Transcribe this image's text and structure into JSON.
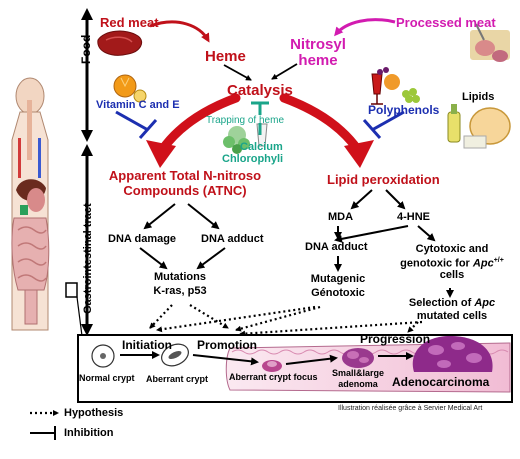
{
  "sidebar": {
    "food": "Food",
    "gi_tract": "Gastrointestinal tract"
  },
  "top": {
    "red_meat": "Red meat",
    "processed_meat": "Processed meat",
    "heme": "Heme",
    "nitrosyl_heme": "Nitrosyl heme",
    "catalysis": "Catalysis",
    "vitamin": "Vitamin C and E",
    "polyphenols": "Polyphenols",
    "lipids": "Lipids",
    "trapping": "Trapping of heme",
    "calcium": "Calcium",
    "chlorophyll": "Chlorophyli"
  },
  "left_path": {
    "atnc": "Apparent Total N-nitroso Compounds (ATNC)",
    "dna_damage": "DNA damage",
    "dna_adduct": "DNA adduct",
    "mutations": "Mutations",
    "kras_p53": "K-ras, p53"
  },
  "right_path": {
    "lipid_peroxidation": "Lipid peroxidation",
    "mda": "MDA",
    "hne": "4-HNE",
    "dna_adduct": "DNA adduct",
    "mutagenic": "Mutagenic",
    "genotoxic": "Génotoxic",
    "cytotoxic": "Cytotoxic and genotoxic for Apc+/+ cells",
    "cytotoxic_l1": "Cytotoxic and",
    "cytotoxic_l2a": "genotoxic for ",
    "cytotoxic_apc": "Apc",
    "cytotoxic_sup": "+/+",
    "cytotoxic_l2b": " cells",
    "selection_l1": "Selection of ",
    "selection_apc": "Apc",
    "selection_l2": "mutated cells"
  },
  "colon": {
    "initiation": "Initiation",
    "promotion": "Promotion",
    "progression": "Progression",
    "normal_crypt": "Normal crypt",
    "aberrant_crypt": "Aberrant crypt",
    "aberrant_focus": "Aberrant crypt focus",
    "small_large_l1": "Small&large",
    "small_large_l2": "adenoma",
    "adenocarcinoma": "Adenocarcinoma"
  },
  "legend": {
    "hypothesis": "Hypothesis",
    "inhibition": "Inhibition"
  },
  "credit": "Illustration réalisée grâce à Servier Medical Art",
  "colors": {
    "red_arrow": "#d0101a",
    "magenta": "#d21bb0",
    "blue_inhibit": "#1c2fb0",
    "teal": "#1aa58a",
    "colon_pink": "#f3c9dd",
    "tumor_purple": "#8e2a8a"
  }
}
